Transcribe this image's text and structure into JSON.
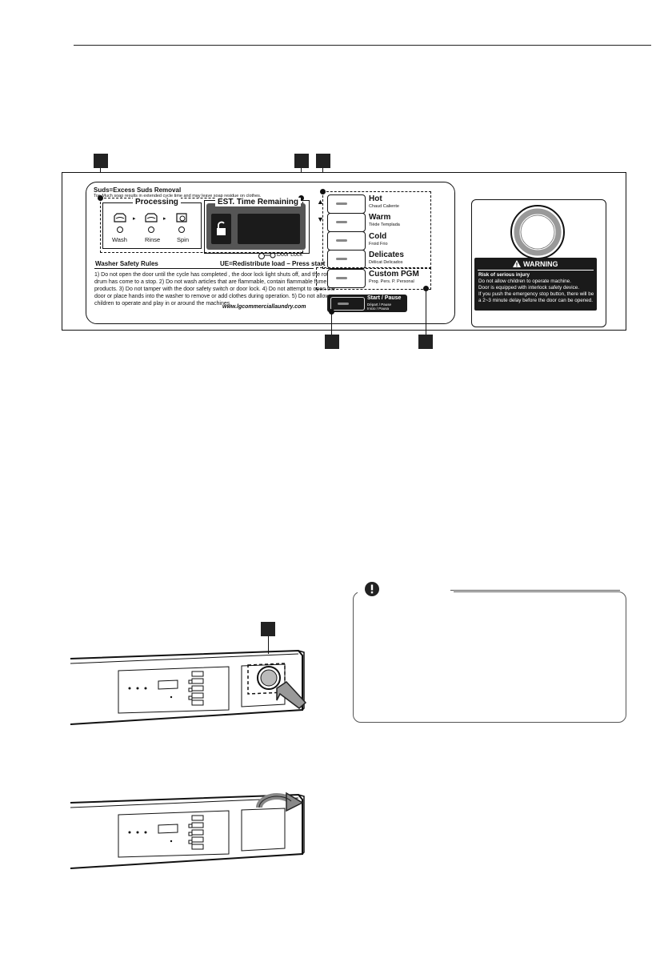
{
  "panel": {
    "suds_title": "Suds=Excess Suds Removal",
    "suds_sub": "Too Much soap results in extended cycle time and may leave soap residue on clothes.",
    "processing_title": "Processing",
    "steps": [
      "Wash",
      "Rinse",
      "Spin"
    ],
    "est_title": "EST. Time Remaining",
    "door_lock_label": "Door Lock",
    "safety_title": "Washer Safety Rules",
    "ue_note": "UE=Redistribute load – Press start",
    "safety_text": [
      "1) Do not open the door until the cycle has completed , the door lock light shuts off, and the rotating",
      "drum has come to a stop. 2) Do not wash articles that are flammable, contain flammable fume or dye",
      "products.  3) Do not tamper with the door safety switch or door lock. 4) Do not attempt to open the",
      "door or place hands into the washer to remove or add clothes during operation.  5) Do not allow",
      "children to operate and play in or around the machines."
    ],
    "website": "www.lgcommerciallaundry.com",
    "buttons": [
      {
        "label": "Hot",
        "sub": "Chaud  Caliente"
      },
      {
        "label": "Warm",
        "sub": "Tiède  Templada"
      },
      {
        "label": "Cold",
        "sub": "Froid  Frio"
      },
      {
        "label": "Delicates",
        "sub": "Délicat  Delicados"
      },
      {
        "label": "Custom PGM",
        "sub": "Prog. Pers.  P. Personal"
      }
    ],
    "start_label": "Start / Pause",
    "start_sub1": "Départ / Pause",
    "start_sub2": "Inicio / Pausa"
  },
  "warning": {
    "title": "WARNING",
    "lines": [
      "Risk of serious injury",
      "Do not allow children to operate machine.",
      "Door is equipped with interlock safety device.",
      "If you push the emergency stop button, there will be",
      "a 2~3 minute delay before the door can be opened."
    ]
  },
  "colors": {
    "ink": "#111111",
    "display": "#555555",
    "warning_bg": "#1a1a1a",
    "stop_ring": "#999999"
  }
}
